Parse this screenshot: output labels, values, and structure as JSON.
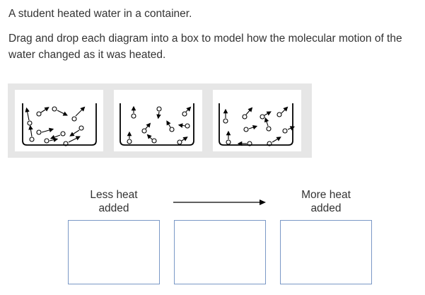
{
  "question": {
    "intro": "A student heated water in a container.",
    "instruction": "Drag and drop each diagram into a box to model how the molecular motion of the water changed as it was heated."
  },
  "scale": {
    "left_label": "Less heat\nadded",
    "right_label": "More heat\nadded"
  },
  "cards": [
    {
      "id": "diagram-1"
    },
    {
      "id": "diagram-2"
    },
    {
      "id": "diagram-3"
    }
  ],
  "drop_targets": [
    {
      "id": "box-1",
      "value": ""
    },
    {
      "id": "box-2",
      "value": ""
    },
    {
      "id": "box-3",
      "value": ""
    }
  ],
  "colors": {
    "text": "#333333",
    "tray_background": "#e6e6e6",
    "drop_border": "#7a98c6"
  }
}
